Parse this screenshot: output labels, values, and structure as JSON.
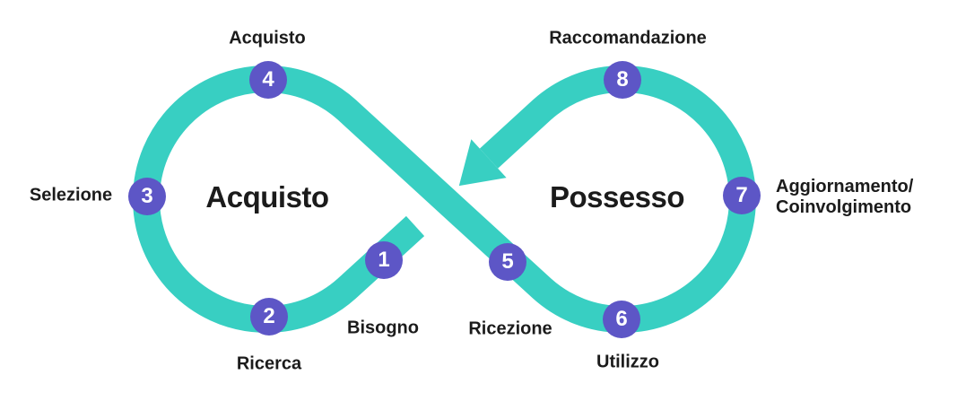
{
  "phases": [
    {
      "title": "Acquisto"
    },
    {
      "title": "Possesso"
    }
  ],
  "steps": [
    {
      "num": "1",
      "label": "Bisogno"
    },
    {
      "num": "2",
      "label": "Ricerca"
    },
    {
      "num": "3",
      "label": "Selezione"
    },
    {
      "num": "4",
      "label": "Acquisto"
    },
    {
      "num": "5",
      "label": "Ricezione"
    },
    {
      "num": "6",
      "label": "Utilizzo"
    },
    {
      "num": "7",
      "label": "Aggiornamento/\nCoinvolgimento"
    },
    {
      "num": "8",
      "label": "Raccomandazione"
    }
  ],
  "colors": {
    "loop": "#38CFC2",
    "node": "#5D56C6",
    "label_text": "#1B1B1B",
    "number_text": "#FFFFFF",
    "background": "#FFFFFF"
  }
}
